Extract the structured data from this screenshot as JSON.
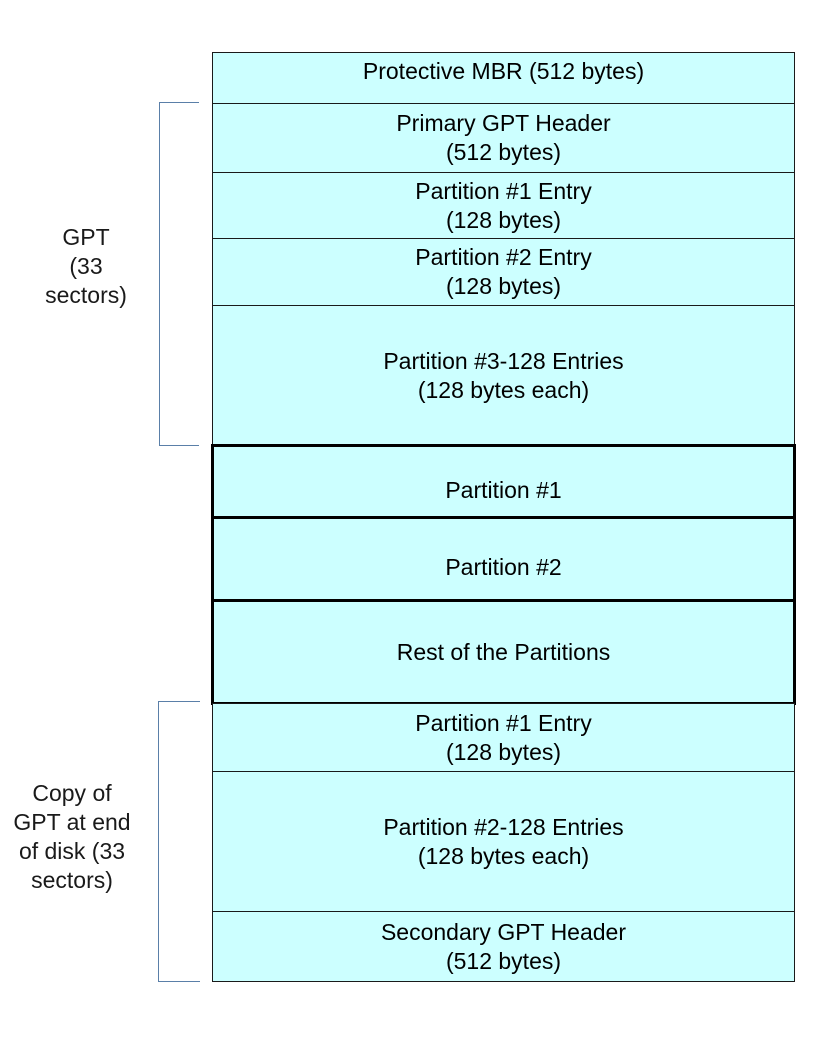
{
  "colors": {
    "structure_fill": "#ccffff",
    "partition_fill": "#ccffff",
    "brace_color": "#5a7fa8"
  },
  "blocks": [
    {
      "id": "protective-mbr",
      "lines": [
        "Protective MBR (512 bytes)"
      ],
      "kind": "structure"
    },
    {
      "id": "primary-gpt-header",
      "lines": [
        "Primary GPT Header",
        "(512 bytes)"
      ],
      "kind": "structure"
    },
    {
      "id": "partition-1-entry",
      "lines": [
        "Partition #1 Entry",
        "(128 bytes)"
      ],
      "kind": "structure"
    },
    {
      "id": "partition-2-entry",
      "lines": [
        "Partition #2 Entry",
        "(128 bytes)"
      ],
      "kind": "structure"
    },
    {
      "id": "partition-3-128-entries",
      "lines": [
        "Partition #3-128 Entries",
        "(128 bytes each)"
      ],
      "kind": "structure"
    },
    {
      "id": "partition-1",
      "lines": [
        "Partition #1"
      ],
      "kind": "partition"
    },
    {
      "id": "partition-2",
      "lines": [
        "Partition #2"
      ],
      "kind": "partition"
    },
    {
      "id": "rest-of-partitions",
      "lines": [
        "Rest of the Partitions"
      ],
      "kind": "partition"
    },
    {
      "id": "copy-partition-1-entry",
      "lines": [
        "Partition #1 Entry",
        "(128 bytes)"
      ],
      "kind": "structure"
    },
    {
      "id": "copy-partition-2-128-entries",
      "lines": [
        "Partition #2-128 Entries",
        "(128 bytes each)"
      ],
      "kind": "structure"
    },
    {
      "id": "secondary-gpt-header",
      "lines": [
        "Secondary GPT Header",
        "(512 bytes)"
      ],
      "kind": "structure"
    }
  ],
  "groups": [
    {
      "id": "gpt",
      "lines": [
        "GPT",
        "(33",
        "sectors)"
      ]
    },
    {
      "id": "gpt-copy",
      "lines": [
        "Copy of",
        "GPT at end",
        "of disk (33",
        "sectors)"
      ]
    }
  ]
}
